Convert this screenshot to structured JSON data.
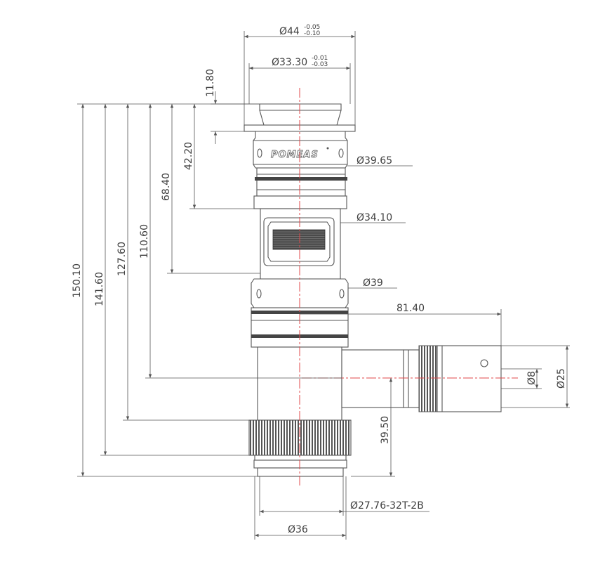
{
  "brand": "POMEAS",
  "dimensions": {
    "top_outer_diameter": "Ø44",
    "top_outer_tol_upper": "-0.05",
    "top_outer_tol_lower": "-0.10",
    "top_inner_diameter": "Ø33.30",
    "top_inner_tol_upper": "-0.01",
    "top_inner_tol_lower": "-0.03",
    "flange_height": "11.80",
    "collar_diameter": "Ø39.65",
    "window_diameter": "Ø34.10",
    "mid_ring_diameter": "Ø39",
    "port_offset": "81.40",
    "port_hole_diameter": "Ø8",
    "port_diameter": "Ø25",
    "port_height_from_base": "39.50",
    "thread_spec": "Ø27.76-32T-2B",
    "bottom_diameter": "Ø36",
    "h_42": "42.20",
    "h_68": "68.40",
    "h_110": "110.60",
    "h_127": "127.60",
    "h_141": "141.60",
    "h_150": "150.10"
  }
}
